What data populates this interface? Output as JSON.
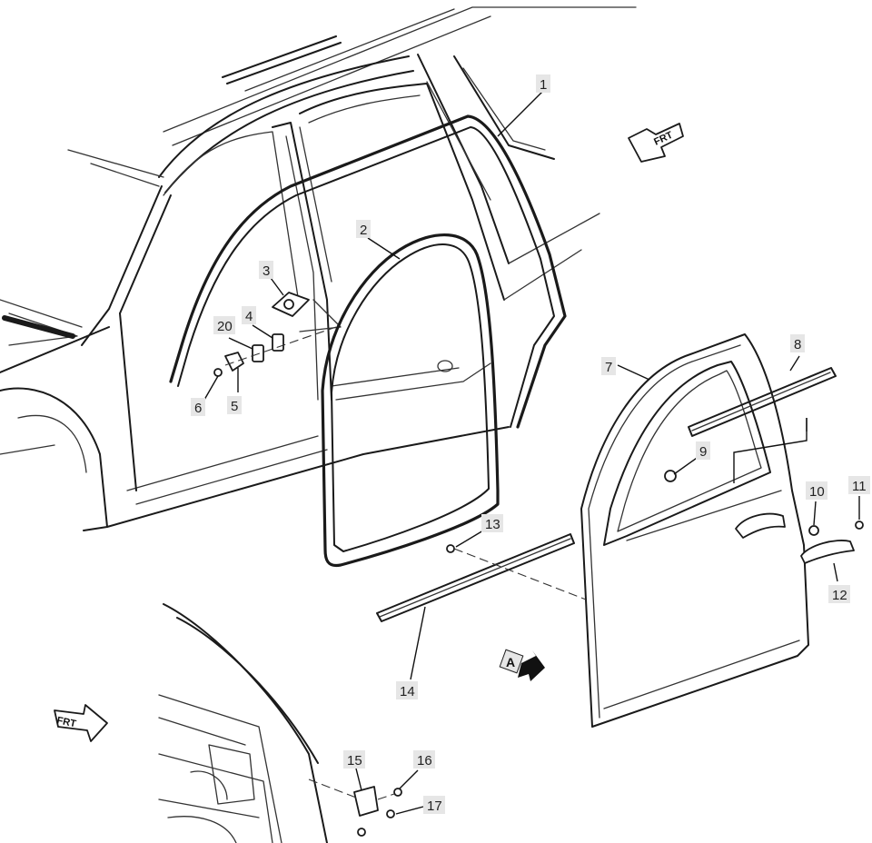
{
  "callouts": [
    {
      "id": "1",
      "label": "1"
    },
    {
      "id": "2",
      "label": "2"
    },
    {
      "id": "3",
      "label": "3"
    },
    {
      "id": "4",
      "label": "4"
    },
    {
      "id": "5",
      "label": "5"
    },
    {
      "id": "6",
      "label": "6"
    },
    {
      "id": "7",
      "label": "7"
    },
    {
      "id": "8",
      "label": "8"
    },
    {
      "id": "9",
      "label": "9"
    },
    {
      "id": "10",
      "label": "10"
    },
    {
      "id": "11",
      "label": "11"
    },
    {
      "id": "12",
      "label": "12"
    },
    {
      "id": "13",
      "label": "13"
    },
    {
      "id": "14",
      "label": "14"
    },
    {
      "id": "15",
      "label": "15"
    },
    {
      "id": "16",
      "label": "16"
    },
    {
      "id": "17",
      "label": "17"
    },
    {
      "id": "20",
      "label": "20"
    }
  ],
  "direction_markers": {
    "front_top": "FRT",
    "front_bottom": "FRT",
    "view_a": "A"
  },
  "colors": {
    "line": "#1a1a1a",
    "callout_background": "#e6e6e6",
    "background": "#ffffff"
  }
}
